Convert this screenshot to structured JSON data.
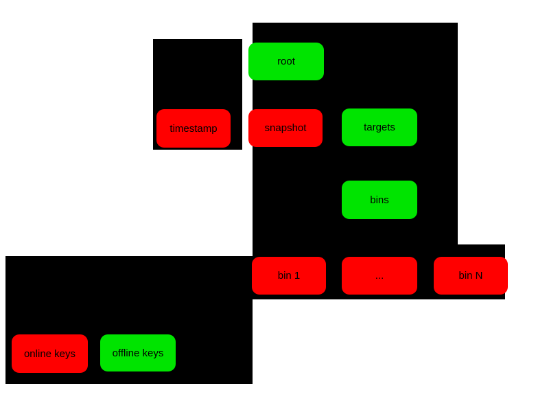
{
  "colors": {
    "page_bg": "#ffffff",
    "panel_bg": "#000000",
    "red_fill": "#ff0000",
    "green_fill": "#00e400",
    "label_text": "#000000"
  },
  "nodes": [
    {
      "id": "root",
      "label": "root",
      "fill": "green"
    },
    {
      "id": "timestamp",
      "label": "timestamp",
      "fill": "red"
    },
    {
      "id": "snapshot",
      "label": "snapshot",
      "fill": "red"
    },
    {
      "id": "targets",
      "label": "targets",
      "fill": "green"
    },
    {
      "id": "bins",
      "label": "bins",
      "fill": "green"
    },
    {
      "id": "bin-1",
      "label": "bin 1",
      "fill": "red"
    },
    {
      "id": "bin-ellipsis",
      "label": "...",
      "fill": "red"
    },
    {
      "id": "bin-n",
      "label": "bin N",
      "fill": "red"
    },
    {
      "id": "online-keys",
      "label": "online keys",
      "fill": "red"
    },
    {
      "id": "offline-keys",
      "label": "offline keys",
      "fill": "green"
    }
  ]
}
